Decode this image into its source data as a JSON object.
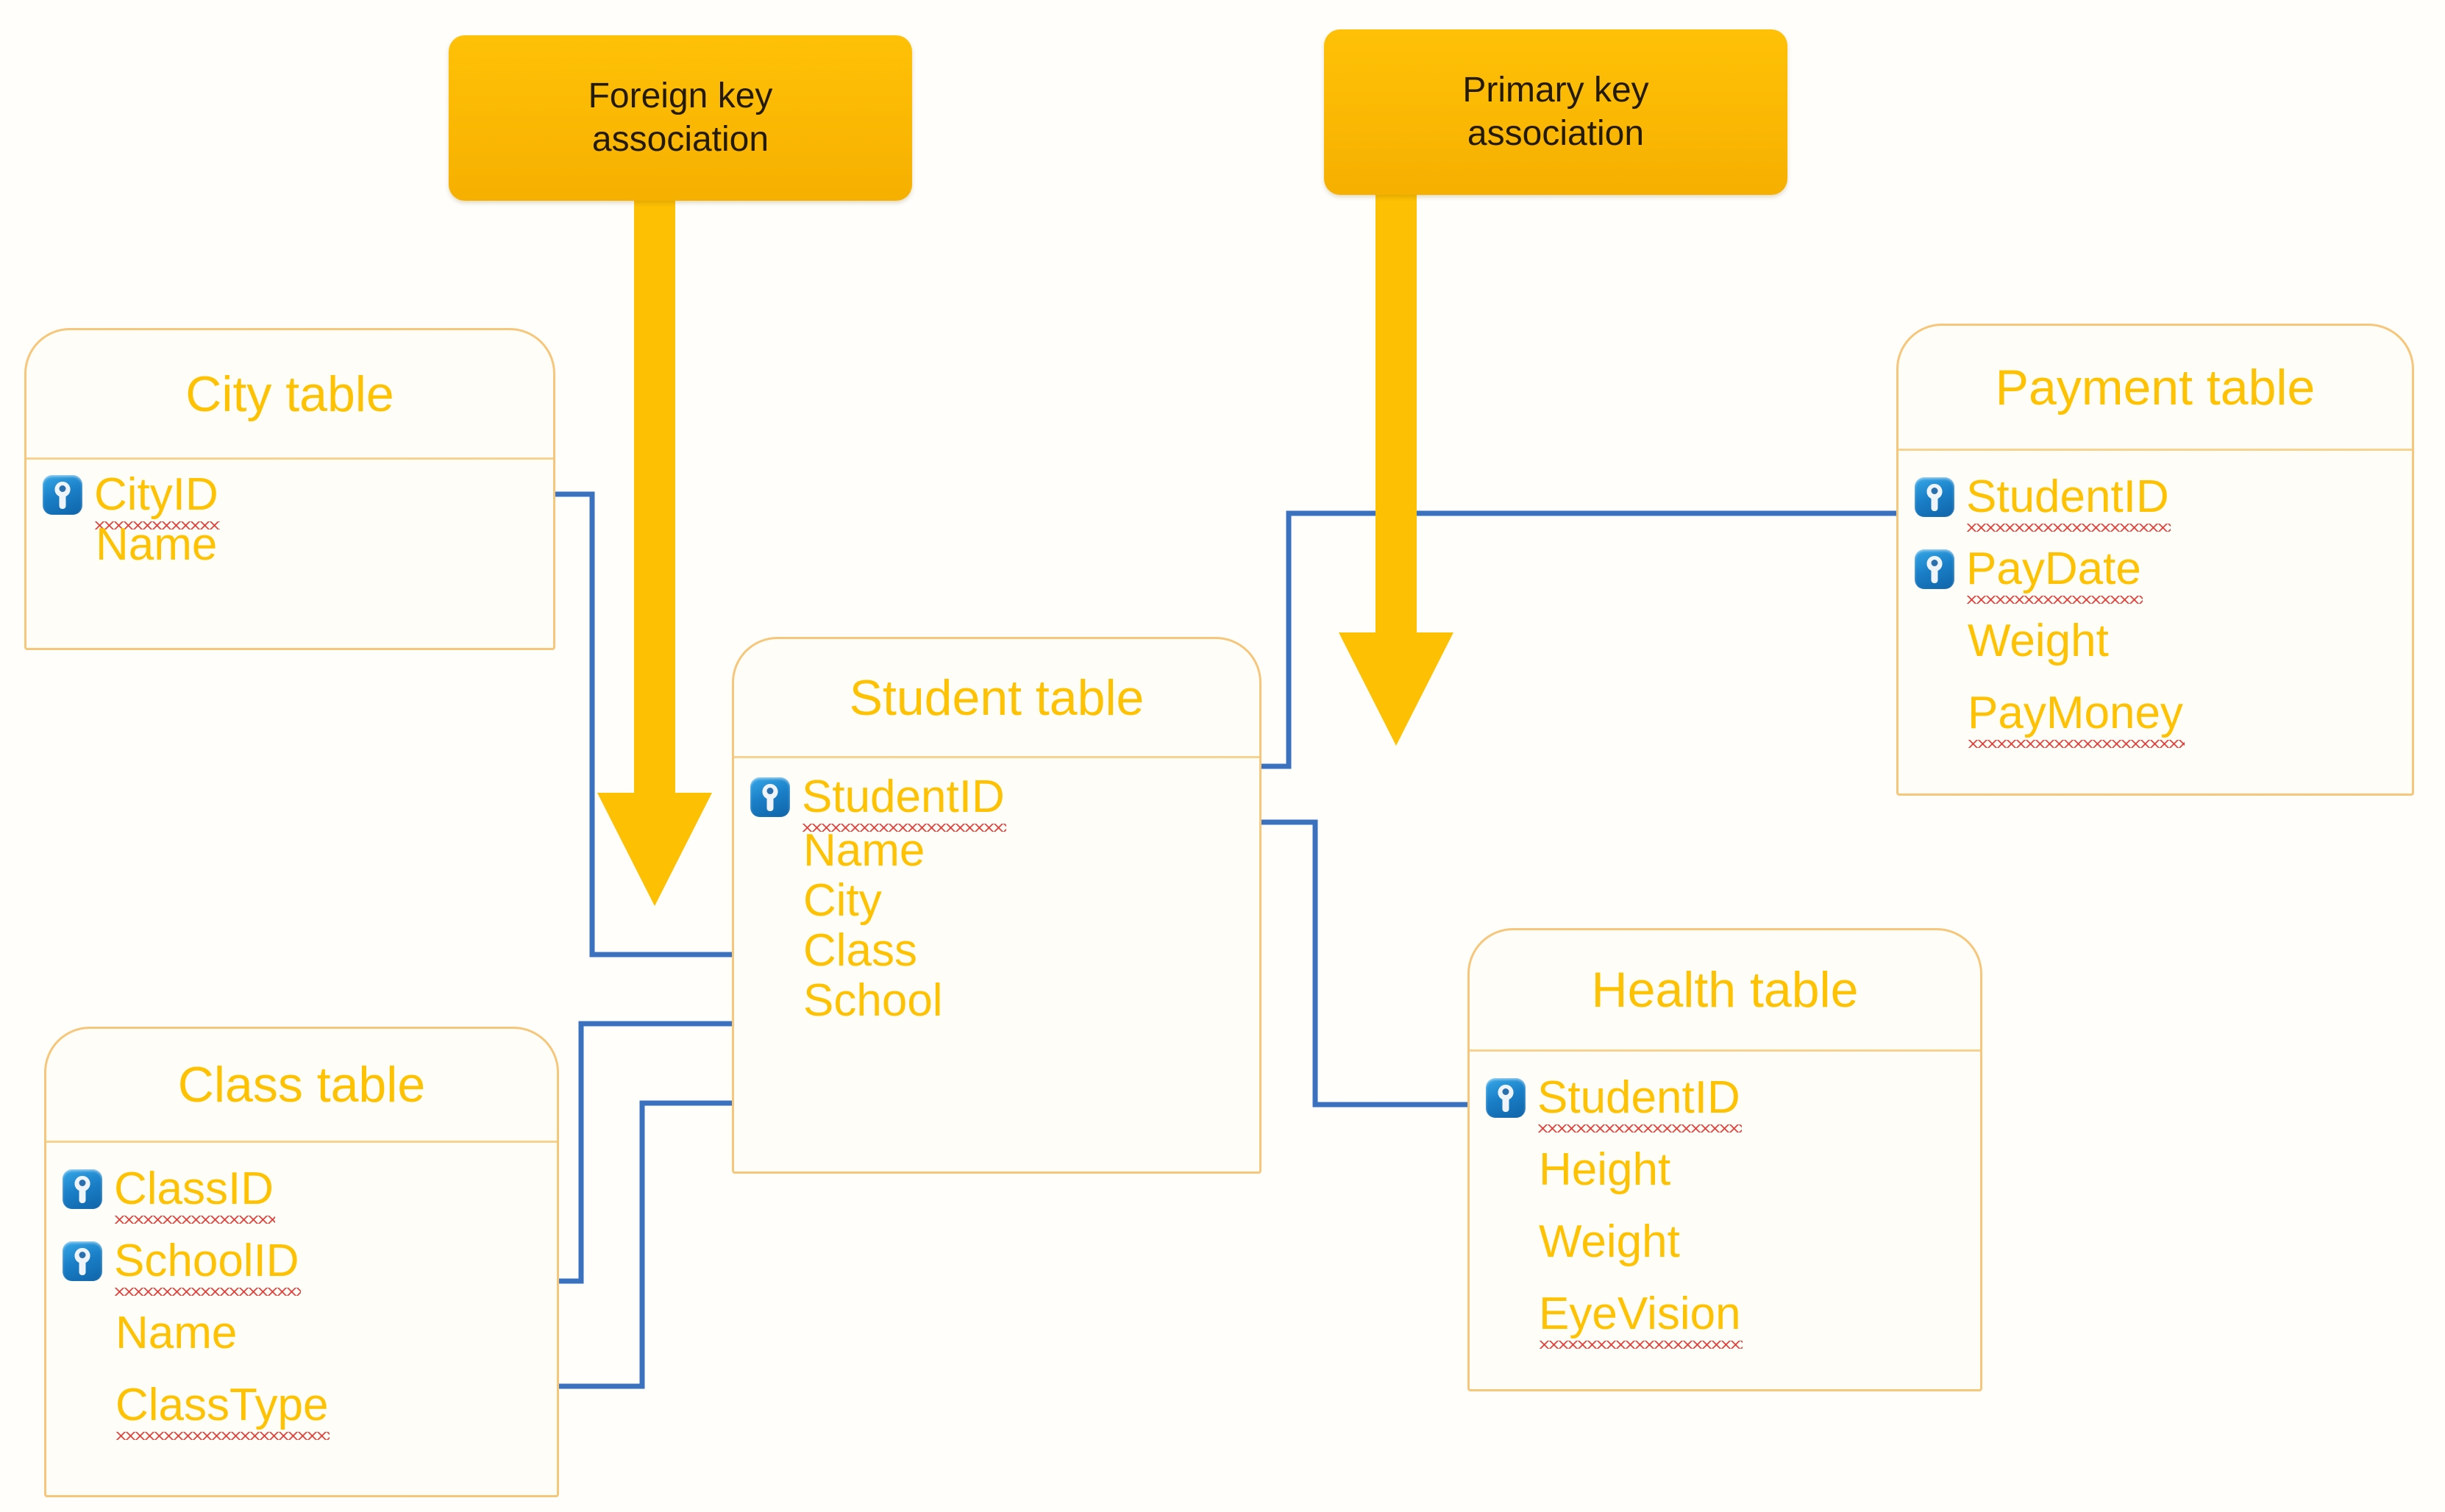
{
  "diagram": {
    "title": "Database table relationship diagram",
    "colors": {
      "table_border": "#f6c77a",
      "table_text": "#fec203",
      "connector": "#3a72c0",
      "callout_bg": "#ffc107",
      "callout_text": "#231a07",
      "key_icon": "#1a7fc7",
      "spellcheck_squiggle": "#e8423c",
      "background": "#fffefb"
    }
  },
  "callouts": [
    {
      "id": "foreign-key-association",
      "line1": "Foreign key",
      "line2": "association"
    },
    {
      "id": "primary-key-association",
      "line1": "Primary key",
      "line2": "association"
    }
  ],
  "tables": [
    {
      "id": "city",
      "title": "City table",
      "fields": [
        {
          "name": "CityID",
          "key": true,
          "squiggle": true
        },
        {
          "name": "Name",
          "key": false,
          "squiggle": false
        }
      ]
    },
    {
      "id": "student",
      "title": "Student table",
      "fields": [
        {
          "name": "StudentID",
          "key": true,
          "squiggle": true
        },
        {
          "name": "Name",
          "key": false,
          "squiggle": false
        },
        {
          "name": "City",
          "key": false,
          "squiggle": false
        },
        {
          "name": "Class",
          "key": false,
          "squiggle": false
        },
        {
          "name": "School",
          "key": false,
          "squiggle": false
        }
      ]
    },
    {
      "id": "class",
      "title": "Class table",
      "fields": [
        {
          "name": "ClassID",
          "key": true,
          "squiggle": true
        },
        {
          "name": "SchoolID",
          "key": true,
          "squiggle": true
        },
        {
          "name": "Name",
          "key": false,
          "squiggle": false
        },
        {
          "name": "ClassType",
          "key": false,
          "squiggle": true
        }
      ]
    },
    {
      "id": "payment",
      "title": "Payment table",
      "fields": [
        {
          "name": "StudentID",
          "key": true,
          "squiggle": true
        },
        {
          "name": "PayDate",
          "key": true,
          "squiggle": true
        },
        {
          "name": "Weight",
          "key": false,
          "squiggle": false
        },
        {
          "name": "PayMoney",
          "key": false,
          "squiggle": true
        }
      ]
    },
    {
      "id": "health",
      "title": "Health table",
      "fields": [
        {
          "name": "StudentID",
          "key": true,
          "squiggle": true
        },
        {
          "name": "Height",
          "key": false,
          "squiggle": false
        },
        {
          "name": "Weight",
          "key": false,
          "squiggle": false
        },
        {
          "name": "EyeVision",
          "key": false,
          "squiggle": true
        }
      ]
    }
  ],
  "relationships": [
    {
      "id": "student-city-to-city-cityid",
      "from": "Student.City",
      "to": "City.CityID",
      "kind": "foreign-key"
    },
    {
      "id": "student-class-to-class-classid",
      "from": "Student.Class",
      "to": "Class.ClassID",
      "kind": "foreign-key"
    },
    {
      "id": "student-school-to-class-schoolid",
      "from": "Student.School",
      "to": "Class.SchoolID",
      "kind": "foreign-key"
    },
    {
      "id": "student-id-to-payment-studentid",
      "from": "Student.StudentID",
      "to": "Payment.StudentID",
      "kind": "primary-key"
    },
    {
      "id": "student-id-to-health-studentid",
      "from": "Student.StudentID",
      "to": "Health.StudentID",
      "kind": "primary-key"
    }
  ]
}
